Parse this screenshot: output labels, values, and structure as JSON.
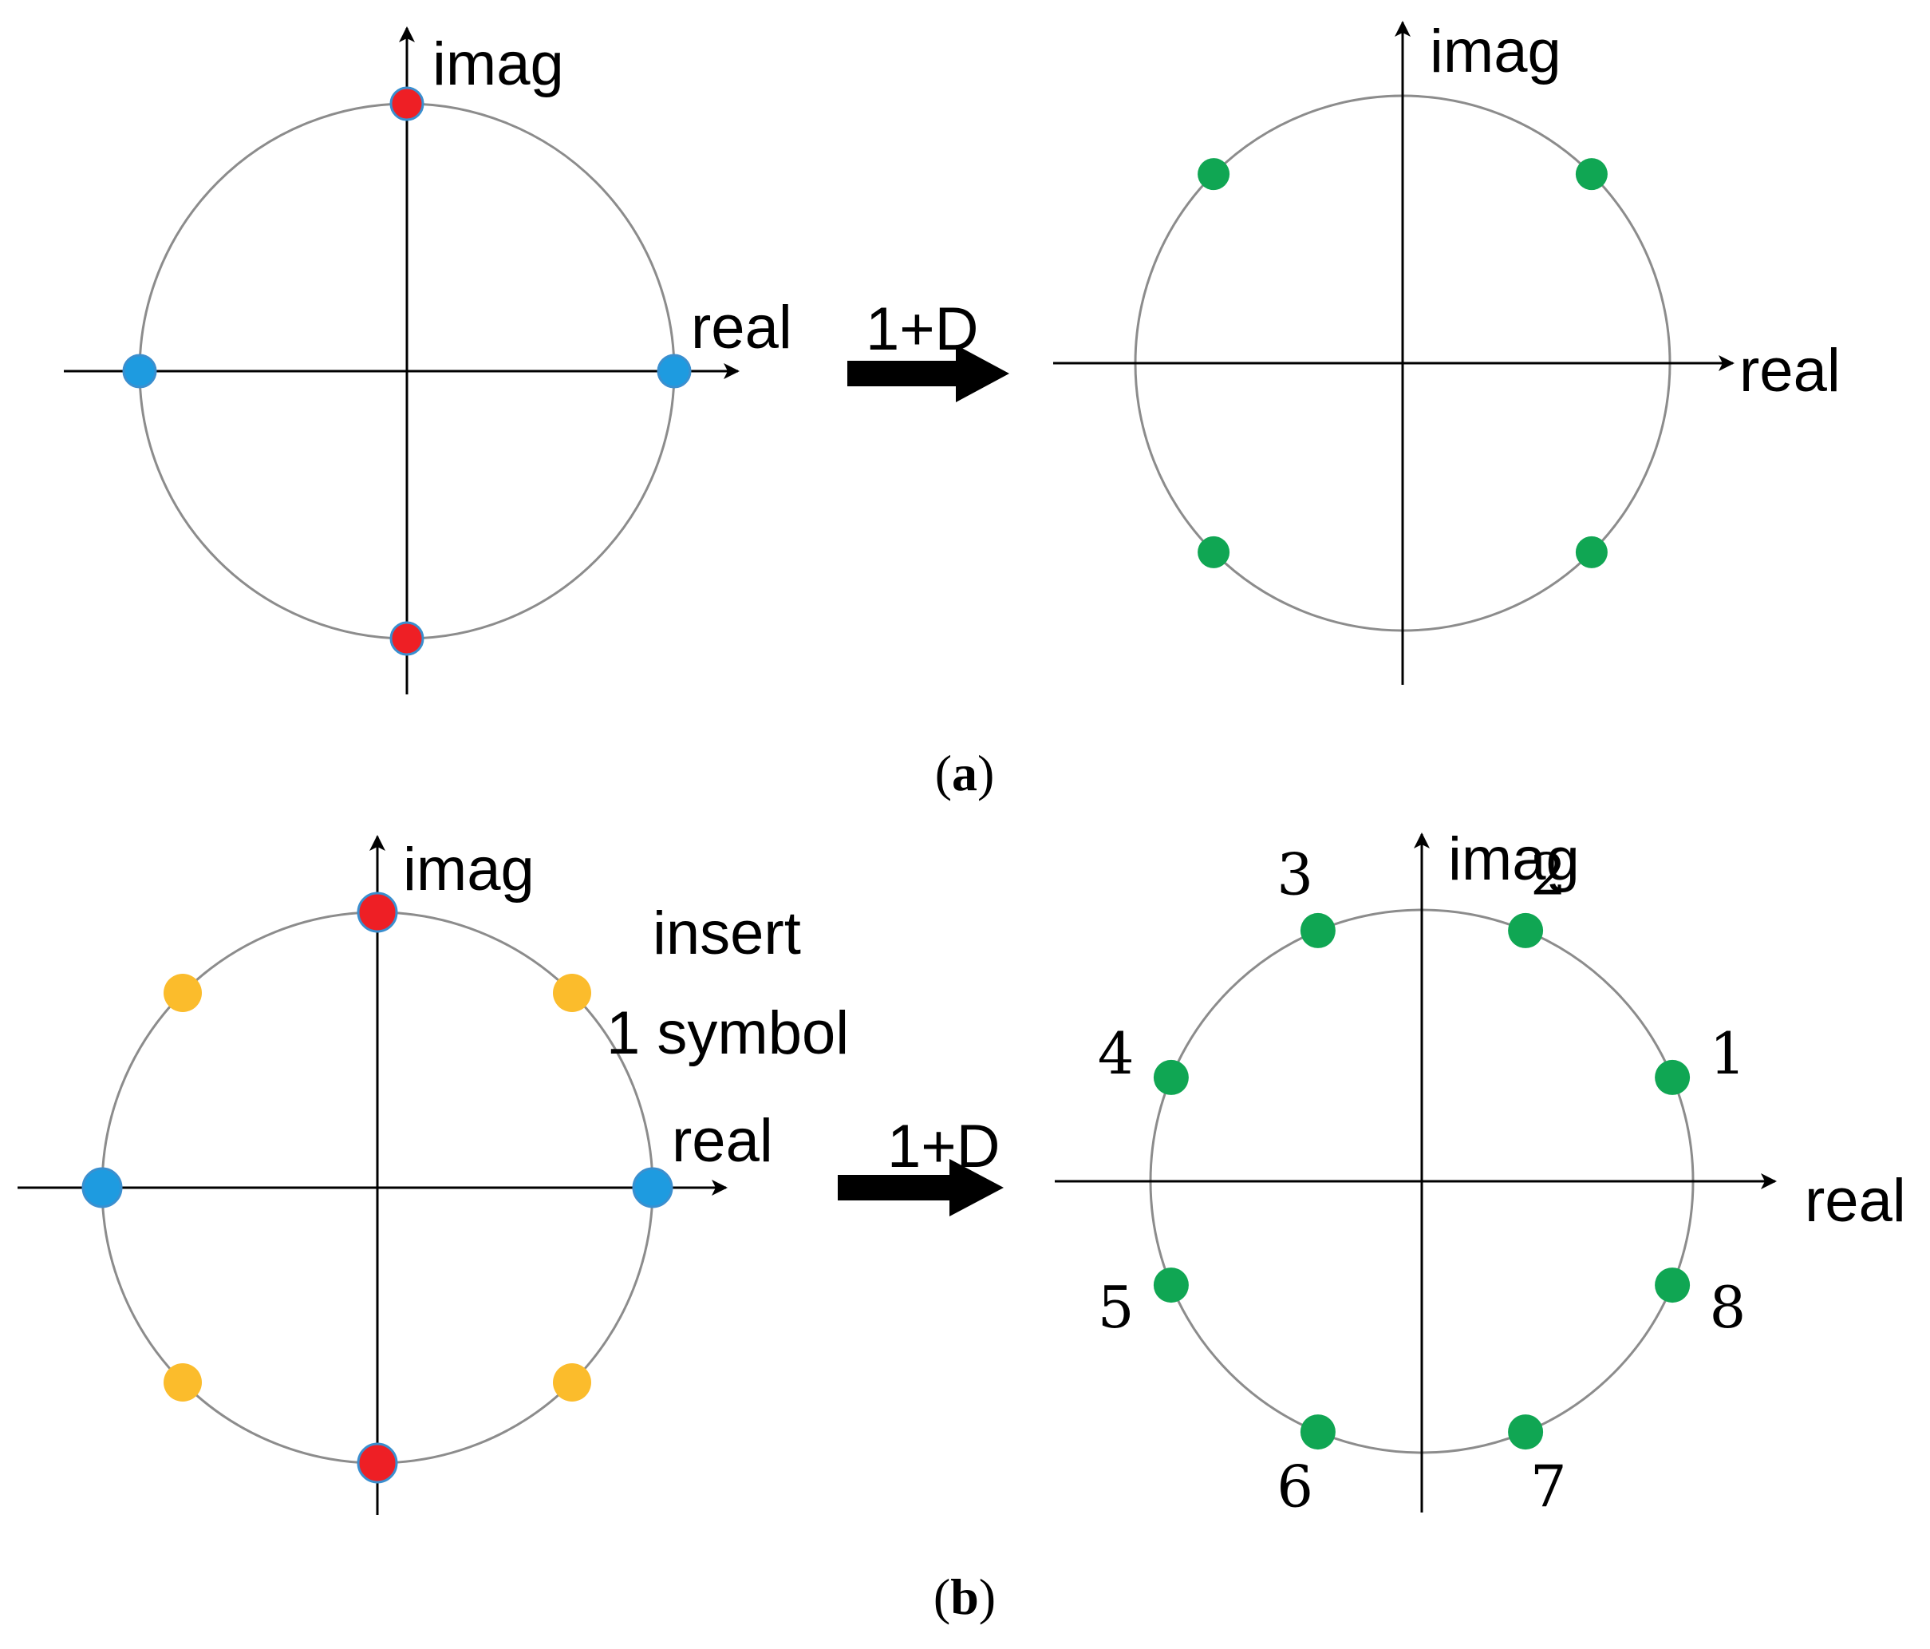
{
  "colors": {
    "blue": "#1e9be0",
    "red": "#ee1f25",
    "yellow": "#fbbc2c",
    "green": "#10a653",
    "circle": "#8c8c8c"
  },
  "text": {
    "imag": "imag",
    "real": "real",
    "arrow": "1+D",
    "insert_line1": "insert",
    "insert_line2": "1 symbol",
    "caption_a_letter": "a",
    "caption_b_letter": "b",
    "open_paren": "(",
    "close_paren": ")"
  },
  "panel_a_left": {
    "points": [
      {
        "angle": 0,
        "color": "blue"
      },
      {
        "angle": 90,
        "color": "red"
      },
      {
        "angle": 180,
        "color": "blue"
      },
      {
        "angle": 270,
        "color": "red"
      }
    ]
  },
  "panel_a_right": {
    "points": [
      {
        "angle": 45,
        "color": "green"
      },
      {
        "angle": 135,
        "color": "green"
      },
      {
        "angle": 225,
        "color": "green"
      },
      {
        "angle": 315,
        "color": "green"
      }
    ]
  },
  "panel_b_left": {
    "points": [
      {
        "angle": 0,
        "color": "blue"
      },
      {
        "angle": 45,
        "color": "yellow"
      },
      {
        "angle": 90,
        "color": "red"
      },
      {
        "angle": 135,
        "color": "yellow"
      },
      {
        "angle": 180,
        "color": "blue"
      },
      {
        "angle": 225,
        "color": "yellow"
      },
      {
        "angle": 270,
        "color": "red"
      },
      {
        "angle": 315,
        "color": "yellow"
      }
    ]
  },
  "panel_b_right": {
    "points": [
      {
        "angle": 22.5,
        "color": "green",
        "label": "1"
      },
      {
        "angle": 67.5,
        "color": "green",
        "label": "2"
      },
      {
        "angle": 112.5,
        "color": "green",
        "label": "3"
      },
      {
        "angle": 157.5,
        "color": "green",
        "label": "4"
      },
      {
        "angle": 202.5,
        "color": "green",
        "label": "5"
      },
      {
        "angle": 247.5,
        "color": "green",
        "label": "6"
      },
      {
        "angle": 292.5,
        "color": "green",
        "label": "7"
      },
      {
        "angle": 337.5,
        "color": "green",
        "label": "8"
      }
    ]
  }
}
